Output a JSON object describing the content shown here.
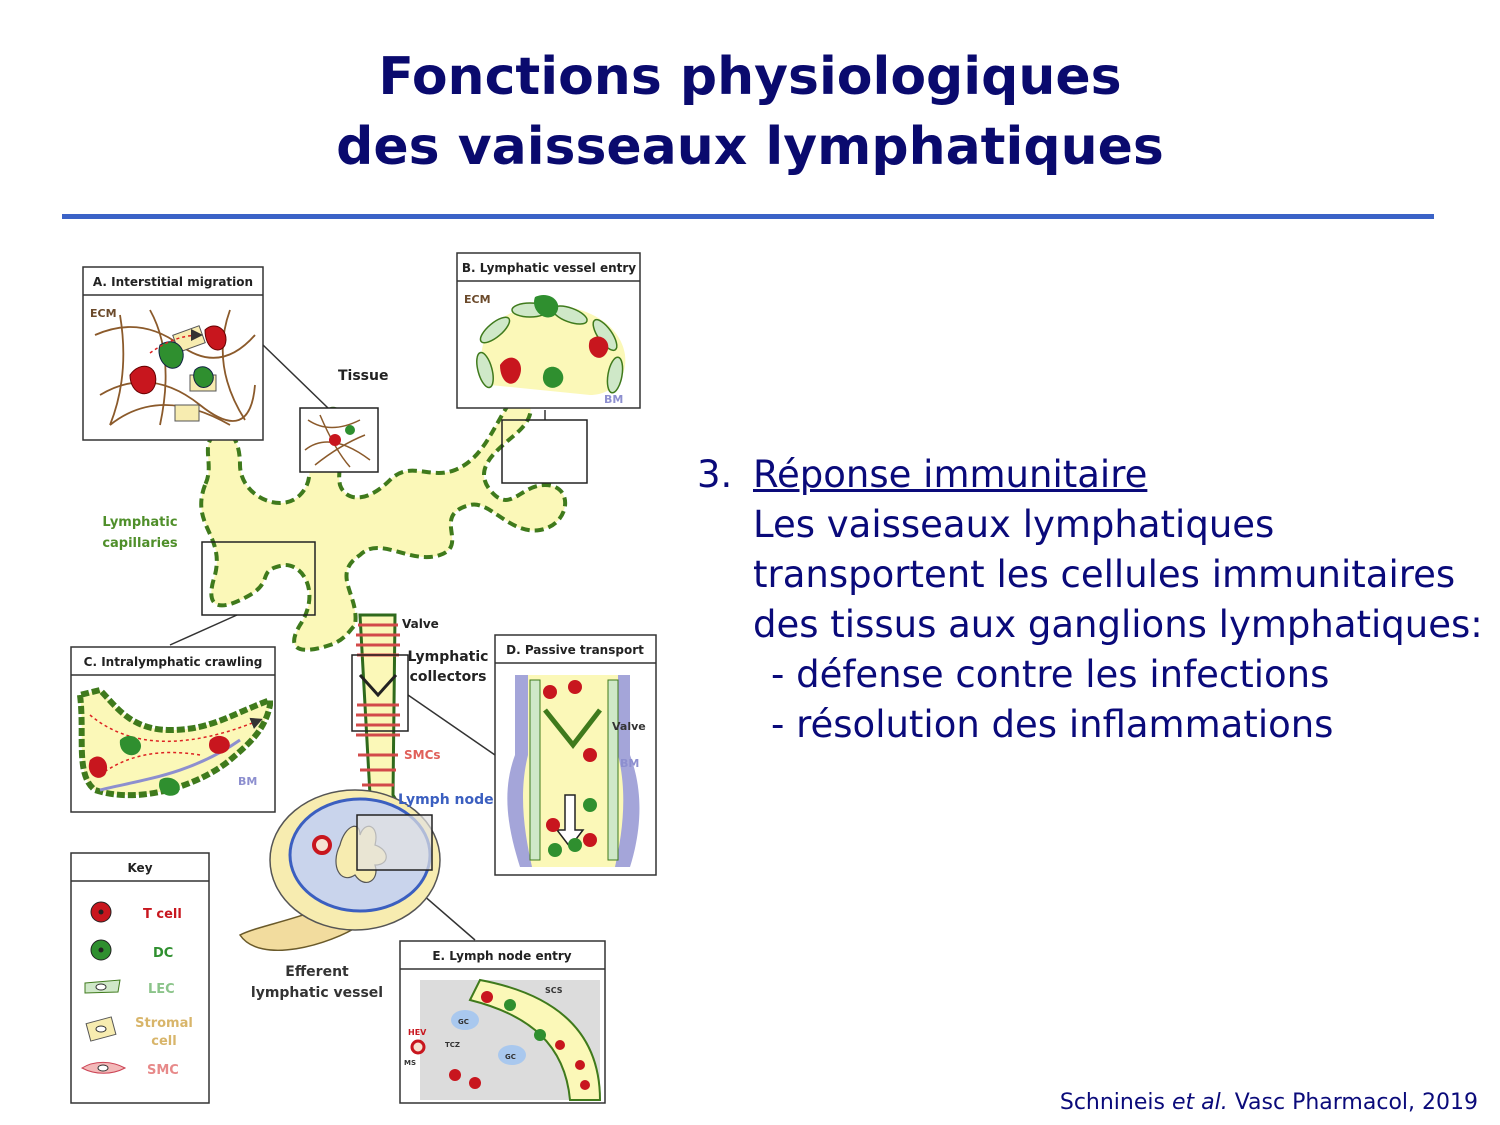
{
  "slide": {
    "title_line1": "Fonctions physiologiques",
    "title_line2": "des vaisseaux lymphatiques",
    "item_number": "3.",
    "item_heading": "Réponse immunitaire",
    "item_lines": [
      "Les vaisseaux lymphatiques",
      "transportent les cellules immunitaires",
      "des tissus aux ganglions lymphatiques:",
      "- défense contre les infections",
      "- résolution des inflammations"
    ],
    "citation_authors": "Schnineis ",
    "citation_etal": "et al.",
    "citation_rest": " Vasc Pharmacol, 2019"
  },
  "diagram": {
    "panel_a_title": "A. Interstitial migration",
    "panel_b_title": "B. Lymphatic vessel entry",
    "panel_c_title": "C. Intralymphatic crawling",
    "panel_d_title": "D. Passive transport",
    "panel_e_title": "E. Lymph node entry",
    "ecm": "ECM",
    "bm": "BM",
    "tissue": "Tissue",
    "lymphatic_capillaries": [
      "Lymphatic",
      "capillaries"
    ],
    "valve": "Valve",
    "lymphatic_collectors": [
      "Lymphatic",
      "collectors"
    ],
    "smcs": "SMCs",
    "lymph_node": "Lymph node",
    "efferent": [
      "Efferent",
      "lymphatic vessel"
    ],
    "scs": "SCS",
    "gc": "GC",
    "tcz": "TCZ",
    "hev": "HEV",
    "ms": "MS",
    "key_title": "Key",
    "key_t_cell": "T cell",
    "key_dc": "DC",
    "key_lec": "LEC",
    "key_stromal": [
      "Stromal",
      "cell"
    ],
    "key_smc": "SMC",
    "colors": {
      "t_cell": "#c8161e",
      "dc": "#2f8f2f",
      "lec": "#cfe8c8",
      "lymph": "#fbf8b8",
      "capillary_border": "#4a7a1e",
      "smc": "#e78a8a",
      "bm": "#8d8fcf",
      "title": "#0a0a6e",
      "rule": "#3b63c7"
    }
  }
}
